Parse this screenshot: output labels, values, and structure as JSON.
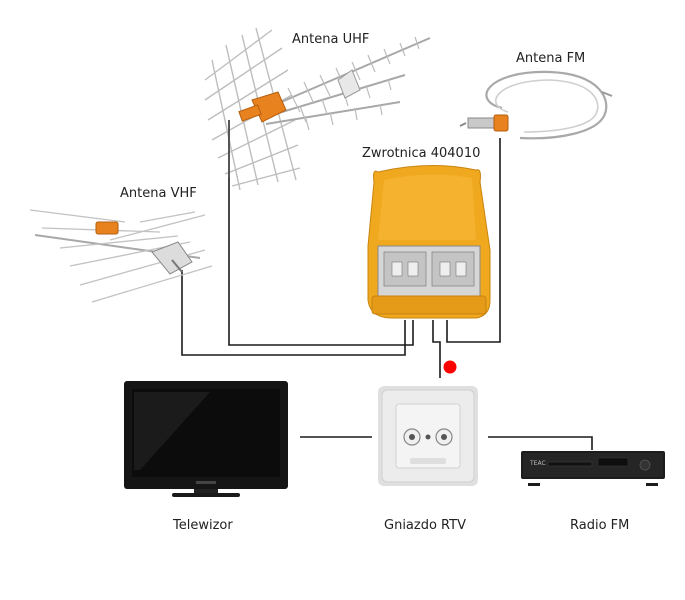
{
  "labels": {
    "uhf": "Antena UHF",
    "fm": "Antena FM",
    "vhf": "Antena VHF",
    "splitter": "Zwrotnica 404010",
    "tv": "Telewizor",
    "socket": "Gniazdo RTV",
    "radio": "Radio FM"
  },
  "radio_brand": "TEAC",
  "colors": {
    "cable": "#1a1a1a",
    "splitter_body": "#f0a81e",
    "splitter_dark": "#d98a10",
    "antenna_metal": "#b8b8b8",
    "antenna_bracket": "#e8821e",
    "indicator_dot": "#ff0000",
    "tv_body": "#151515",
    "socket_body": "#ececec",
    "radio_body": "#1c1c1c"
  }
}
